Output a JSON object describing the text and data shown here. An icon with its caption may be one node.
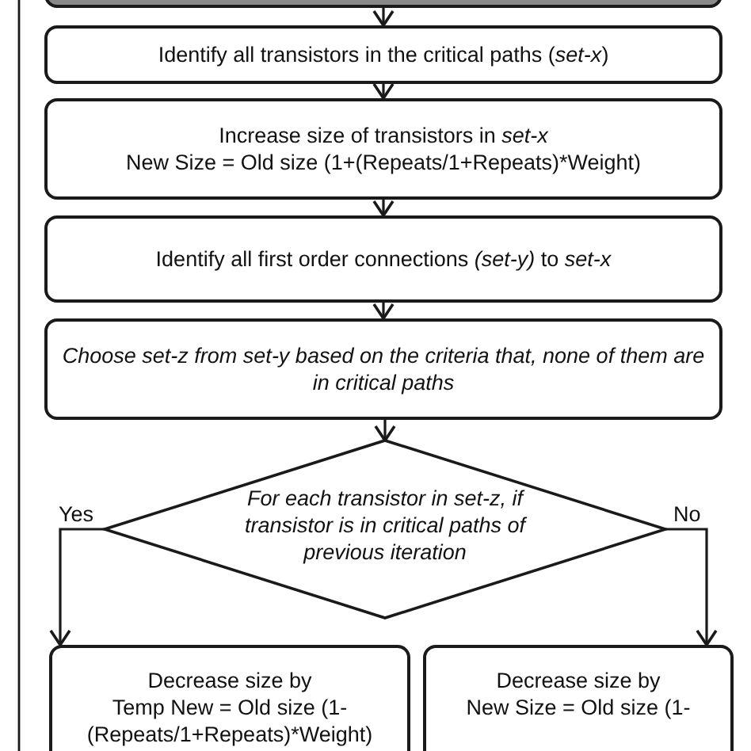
{
  "diagram": {
    "nodes": [
      {
        "text": [],
        "shape": "box"
      },
      {
        "text": [
          "Identify all transistors in the critical paths (*set-x*)"
        ]
      },
      {
        "text": [
          "Increase size of transistors in *set-x*",
          "New Size = Old size (1+(Repeats/1+Repeats)*Weight)"
        ]
      },
      {
        "text": [
          "Identify all first order connections *(set-y)* to *set-x*"
        ]
      },
      {
        "text": [
          "Choose set-z from set-y based on the criteria that, none of them are in critical paths"
        ]
      },
      {
        "text": [
          "For each transistor in set-z, if transistor is in critical paths of previous iteration"
        ]
      },
      {
        "text": [
          "Decrease size by",
          "Temp New = Old size (1- (Repeats/1+Repeats)*Weight)"
        ]
      },
      {
        "text": [
          "Decrease size by",
          "New Size = Old size (1-"
        ]
      }
    ],
    "edges": [
      {
        "from": 0,
        "to": 1,
        "arrow": "to"
      },
      {
        "from": 1,
        "to": 2,
        "arrow": "to"
      },
      {
        "from": 2,
        "to": 3,
        "arrow": "to"
      },
      {
        "from": 3,
        "to": 4,
        "arrow": "to"
      },
      {
        "from": 4,
        "to": 5,
        "arrow": "to"
      },
      {
        "from": 5,
        "to": 6,
        "label": "Yes",
        "arrow": "to"
      },
      {
        "from": 5,
        "to": 7,
        "label": "No",
        "arrow": "to"
      }
    ]
  }
}
